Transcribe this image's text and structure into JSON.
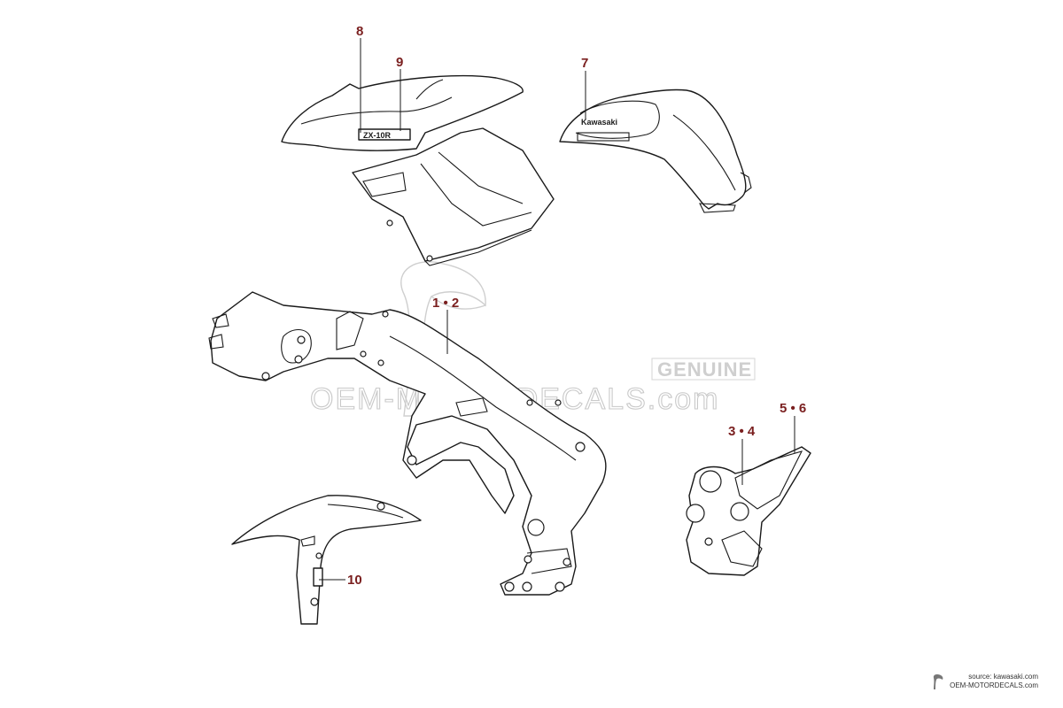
{
  "diagram": {
    "callouts": [
      {
        "id": "c8",
        "label": "8"
      },
      {
        "id": "c9",
        "label": "9"
      },
      {
        "id": "c7",
        "label": "7"
      },
      {
        "id": "c12",
        "label": "1 • 2"
      },
      {
        "id": "c34",
        "label": "3 • 4"
      },
      {
        "id": "c56",
        "label": "5 • 6"
      },
      {
        "id": "c10",
        "label": "10"
      }
    ],
    "callout_color": "#7a1f1f",
    "part_text": {
      "tank_brand": "Kawasaki",
      "fairing_badge": "ZX-10R"
    }
  },
  "watermark": {
    "genuine": "GENUINE",
    "site": "OEM-MOTORDECALS.com"
  },
  "source": {
    "line1": "source: kawasaki.com",
    "line2": "OEM-MOTORDECALS.com"
  }
}
